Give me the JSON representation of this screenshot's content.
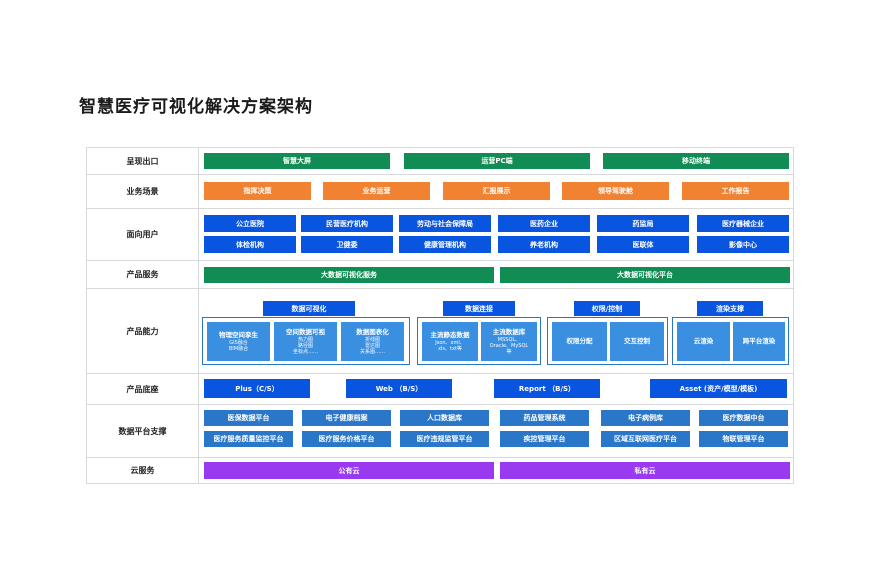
{
  "title": "智慧医疗可视化解决方案架构",
  "colors": {
    "green": "#128c55",
    "orange": "#f08232",
    "blue": "#0a55e0",
    "steel": "#2a76c8",
    "purple": "#9a3af0"
  },
  "rows": {
    "presentation": {
      "label": "呈现出口",
      "items": [
        "智慧大屏",
        "运营PC端",
        "移动终端"
      ]
    },
    "business": {
      "label": "业务场景",
      "items": [
        "指挥决策",
        "业务运营",
        "汇报展示",
        "领导驾驶舱",
        "工作报告"
      ]
    },
    "users": {
      "label": "面向用户",
      "row1": [
        "公立医院",
        "民营医疗机构",
        "劳动与社会保障局",
        "医药企业",
        "药监局",
        "医疗器械企业"
      ],
      "row2": [
        "体检机构",
        "卫健委",
        "健康管理机构",
        "养老机构",
        "医联体",
        "影像中心"
      ]
    },
    "services": {
      "label": "产品服务",
      "items": [
        "大数据可视化服务",
        "大数据可视化平台"
      ]
    },
    "capability": {
      "label": "产品能力",
      "groups": [
        {
          "title": "数据可视化",
          "tiles": [
            {
              "title": "物理空间孪生",
              "lines": [
                "GIS融合",
                "BIM融合"
              ]
            },
            {
              "title": "空间数据可视",
              "lines": [
                "热力图",
                "路径图",
                "坐标点……"
              ]
            },
            {
              "title": "数据图表化",
              "lines": [
                "折线图",
                "雷达图",
                "关系图……"
              ]
            }
          ]
        },
        {
          "title": "数据连接",
          "tiles": [
            {
              "title": "主流静态数据",
              "lines": [
                "Json、xml、",
                "xls、txt等"
              ]
            },
            {
              "title": "主流数据库",
              "lines": [
                "MSSQL、",
                "Oracle、MySQL",
                "等"
              ]
            }
          ]
        },
        {
          "title": "权限/控制",
          "tiles": [
            {
              "title": "权限分配",
              "lines": []
            },
            {
              "title": "交互控制",
              "lines": []
            }
          ]
        },
        {
          "title": "渲染支撑",
          "tiles": [
            {
              "title": "云渲染",
              "lines": []
            },
            {
              "title": "跨平台渲染",
              "lines": []
            }
          ]
        }
      ]
    },
    "base": {
      "label": "产品底座",
      "items": [
        "Plus（C/S）",
        "Web （B/S）",
        "Report （B/S）",
        "Asset (资产/模型/模板)"
      ]
    },
    "platform": {
      "label": "数据平台支撑",
      "row1": [
        "医保数据平台",
        "电子健康档案",
        "人口数据库",
        "药品管理系统",
        "电子病例库",
        "医疗数据中台"
      ],
      "row2": [
        "医疗服务质量监控平台",
        "医疗服务价格平台",
        "医疗违规监管平台",
        "疾控管理平台",
        "区域互联网医疗平台",
        "物联管理平台"
      ]
    },
    "cloud": {
      "label": "云服务",
      "items": [
        "公有云",
        "私有云"
      ]
    }
  }
}
